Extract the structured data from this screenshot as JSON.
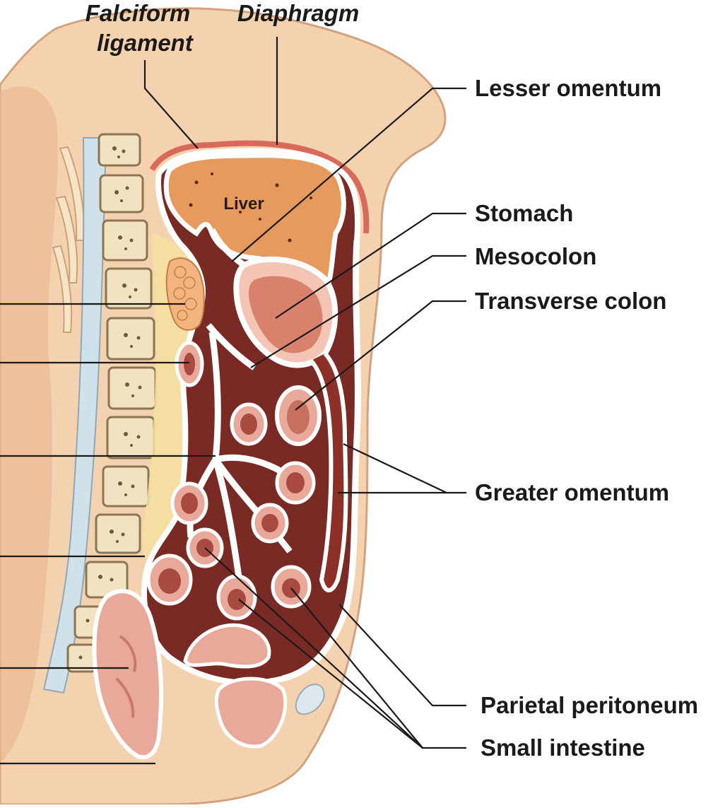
{
  "labels": {
    "falciform_line1": "Falciform",
    "falciform_line2": "ligament",
    "diaphragm": "Diaphragm",
    "lesser_omentum": "Lesser omentum",
    "stomach": "Stomach",
    "mesocolon": "Mesocolon",
    "transverse_colon": "Transverse colon",
    "greater_omentum": "Greater omentum",
    "parietal_peritoneum": "Parietal peritoneum",
    "small_intestine": "Small intestine",
    "liver": "Liver"
  },
  "colors": {
    "skin": "#f4d2b0",
    "skin_dark": "#e8b58e",
    "cavity": "#7a2a24",
    "liver": "#e69a5e",
    "organ_pink": "#e8a89a",
    "organ_light": "#f7d8cc",
    "vertebra": "#f1e3c2",
    "disc": "#cfe1ea",
    "membrane": "#ffffff"
  }
}
